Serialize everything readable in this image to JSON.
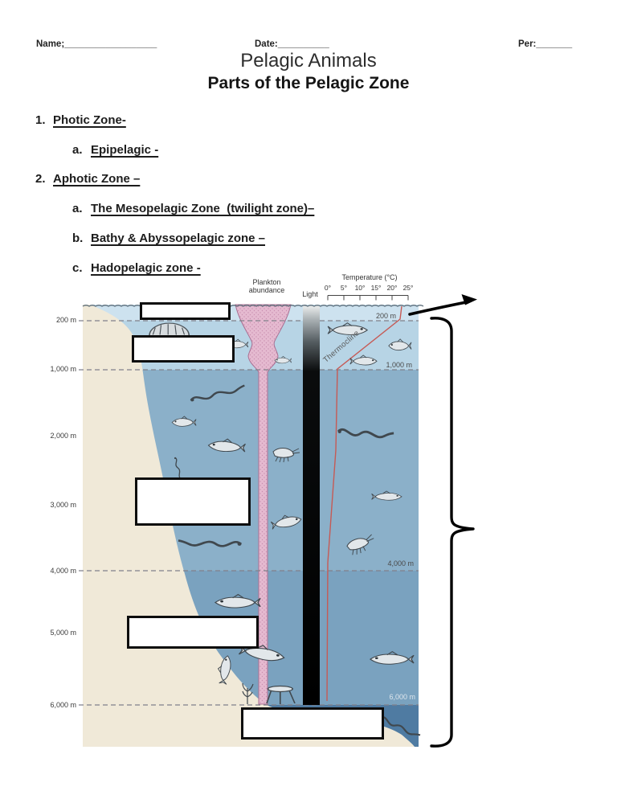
{
  "header": {
    "name_label": "Name;__________________",
    "date_label": "Date:__________",
    "per_label": "Per:_______"
  },
  "title": "Pelagic Animals",
  "subtitle": "Parts of the Pelagic Zone",
  "outline": {
    "items": [
      {
        "num": "1.",
        "label": "Photic Zone-"
      },
      {
        "num": "a.",
        "label": "Epipelagic -"
      },
      {
        "num": "2.",
        "label": "Aphotic Zone –"
      },
      {
        "num": "a.",
        "label": "The Mesopelagic Zone  (twilight zone)–"
      },
      {
        "num": "b.",
        "label": "Bathy & Abyssopelagic zone –"
      },
      {
        "num": "c.",
        "label": "Hadopelagic zone -"
      }
    ]
  },
  "diagram": {
    "column_labels": {
      "plankton_line1": "Plankton",
      "plankton_line2": "abundance",
      "light": "Light",
      "temperature_title": "Temperature (°C)"
    },
    "temperature_ticks": [
      "0°",
      "5°",
      "10°",
      "15°",
      "20°",
      "25°"
    ],
    "thermocline_label": "Thermocline",
    "depth_labels": [
      "200 m",
      "1,000 m",
      "2,000 m",
      "3,000 m",
      "4,000 m",
      "5,000 m",
      "6,000 m"
    ],
    "inner_depth_labels": {
      "d200": "200 m",
      "d1000": "1,000 m",
      "d4000": "4,000 m",
      "d6000": "6,000 m"
    },
    "answer_boxes_count": 5,
    "icons": {
      "arrow-right-icon": "➔",
      "brace-right-icon": "}",
      "fish-icon": "stylized fish silhouette",
      "eel-icon": "sinuous eel line",
      "jellyfish-icon": "hatched dome"
    },
    "colors": {
      "epipelagic": "#cde2ef",
      "mesopelagic": "#b7d4e5",
      "bathyal": "#8bb0c9",
      "abyssal": "#7aa2bf",
      "hadal": "#4f7ba2",
      "seafloor": "#f0e9d8",
      "plankton_fill": "#e5bad0",
      "plankton_outline": "#a96f92",
      "temperature_line": "#c65a55",
      "gridline": "#80808a",
      "box_border": "#0d0d0d",
      "ink": "#000000"
    }
  }
}
